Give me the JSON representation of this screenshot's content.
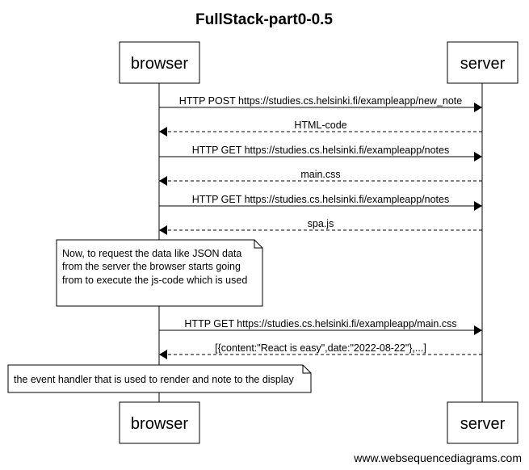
{
  "title": "FullStack-part0-0.5",
  "actors": {
    "left": "browser",
    "right": "server"
  },
  "messages": [
    {
      "text": "HTTP POST https://studies.cs.helsinki.fi/exampleapp/new_note",
      "dir": "right",
      "style": "solid"
    },
    {
      "text": "HTML-code",
      "dir": "left",
      "style": "dashed"
    },
    {
      "text": "HTTP GET https://studies.cs.helsinki.fi/exampleapp/notes",
      "dir": "right",
      "style": "solid"
    },
    {
      "text": "main.css",
      "dir": "left",
      "style": "dashed"
    },
    {
      "text": "HTTP GET https://studies.cs.helsinki.fi/exampleapp/notes",
      "dir": "right",
      "style": "solid"
    },
    {
      "text": "spa.js",
      "dir": "left",
      "style": "dashed"
    },
    {
      "text": "HTTP GET https://studies.cs.helsinki.fi/exampleapp/main.css",
      "dir": "right",
      "style": "solid"
    },
    {
      "text": "[{content:\"React is easy\",date:\"2022-08-22\"},...]",
      "dir": "left",
      "style": "dashed"
    }
  ],
  "notes": [
    {
      "lines": [
        "Now, to request the data like JSON data",
        "from the server the browser starts going",
        "from to execute the js-code which is used"
      ]
    },
    {
      "lines": [
        "the event handler that is used to render and note to the display"
      ]
    }
  ],
  "watermark": "www.websequencediagrams.com"
}
